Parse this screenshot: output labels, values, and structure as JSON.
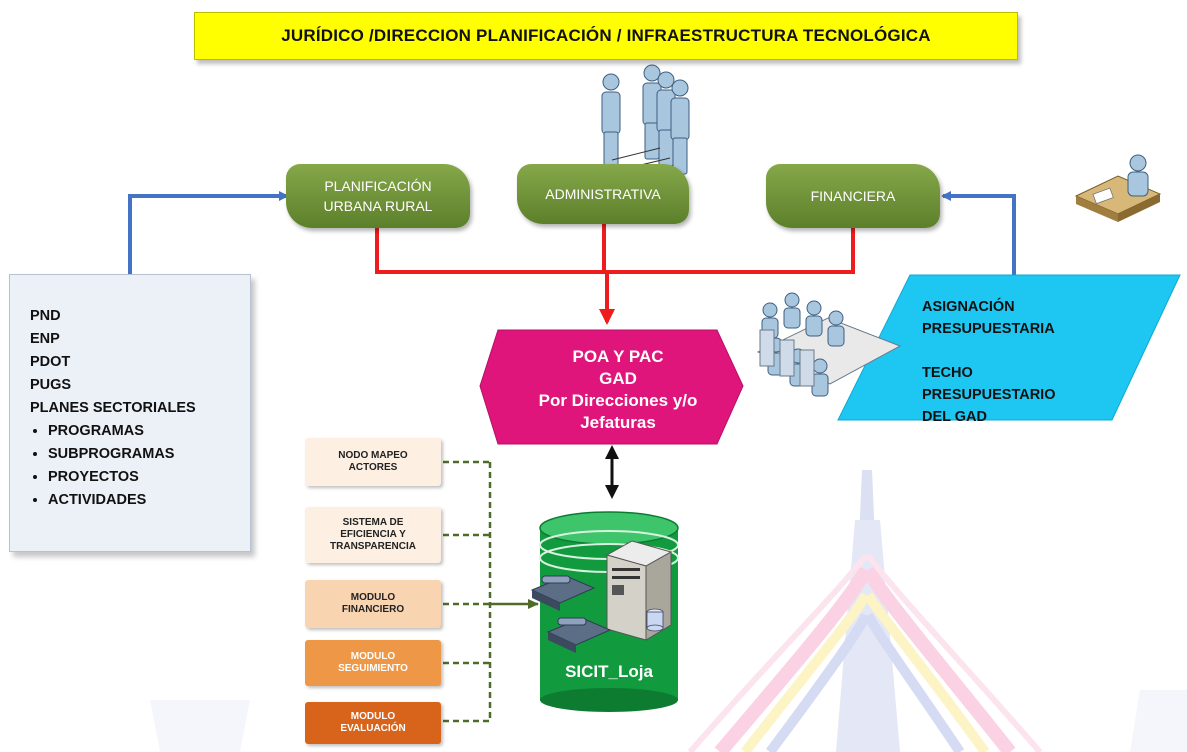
{
  "title": "JURÍDICO /DIRECCION PLANIFICACIÓN / INFRAESTRUCTURA TECNOLÓGICA",
  "departments": [
    {
      "label": "PLANIFICACIÓN\nURBANA RURAL"
    },
    {
      "label": "ADMINISTRATIVA"
    },
    {
      "label": "FINANCIERA"
    }
  ],
  "plans": {
    "lines": [
      "PND",
      "ENP",
      "PDOT",
      "PUGS",
      "PLANES SECTORIALES"
    ],
    "bullets": [
      "PROGRAMAS",
      "SUBPROGRAMAS",
      "PROYECTOS",
      "ACTIVIDADES"
    ]
  },
  "budget": {
    "lines": [
      "ASIGNACIÓN",
      "PRESUPUESTARIA",
      "",
      "TECHO",
      "PRESUPUESTARIO",
      "DEL GAD"
    ]
  },
  "poa": {
    "lines": [
      "POA Y PAC",
      "GAD",
      "Por Direcciones y/o",
      "Jefaturas"
    ]
  },
  "modules": [
    {
      "label": "NODO MAPEO\nACTORES",
      "fill": "#fdf0e3",
      "text": "#222222"
    },
    {
      "label": "SISTEMA DE\nEFICIENCIA Y\nTRANSPARENCIA",
      "fill": "#fdf0e3",
      "text": "#222222"
    },
    {
      "label": "MODULO\nFINANCIERO",
      "fill": "#f8d4b0",
      "text": "#222222"
    },
    {
      "label": "MODULO\nSEGUIMIENTO",
      "fill": "#ee9746",
      "text": "#ffffff"
    },
    {
      "label": "MODULO\nEVALUACIÓN",
      "fill": "#d8641c",
      "text": "#ffffff"
    }
  ],
  "database": {
    "label": "SICIT_Loja"
  },
  "colors": {
    "title_bg": "#ffff00",
    "dept_green": "#6f9136",
    "poa_magenta": "#e0157b",
    "budget_cyan": "#1ec6f2",
    "db_green": "#119a3e",
    "arrow_red": "#ee1c1c",
    "arrow_blue": "#4472c4",
    "dashed_green": "#4e6b2a"
  },
  "icons": [
    "people-group-icon",
    "person-at-desk-icon",
    "meeting-table-icon",
    "telephone-icon",
    "server-icon",
    "watermark-tower-icon"
  ]
}
